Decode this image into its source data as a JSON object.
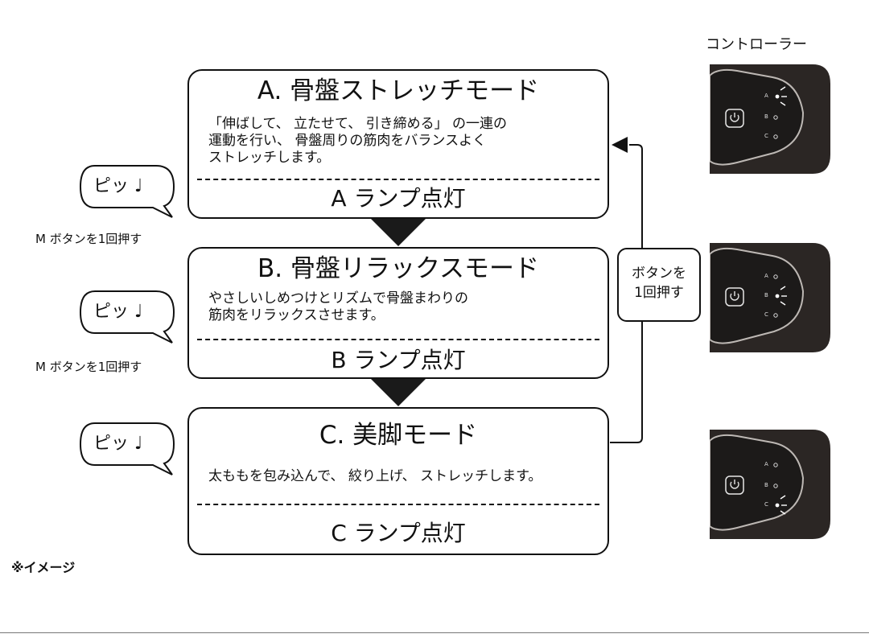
{
  "controller_title": "コントローラー",
  "modes": [
    {
      "title": "A. 骨盤ストレッチモード",
      "desc_lines": [
        "「伸ばして、 立たせて、 引き締める」 の一連の",
        "運動を行い、 骨盤周りの筋肉をバランスよく",
        "ストレッチします。"
      ],
      "lamp": "A ランプ点灯"
    },
    {
      "title": "B. 骨盤リラックスモード",
      "desc_lines": [
        "やさしいしめつけとリズムで骨盤まわりの",
        "筋肉をリラックスさせます。"
      ],
      "lamp": "B ランプ点灯"
    },
    {
      "title": "C. 美脚モード",
      "desc_lines": [
        "太ももを包み込んで、 絞り上げ、 ストレッチします。"
      ],
      "lamp": "C ランプ点灯"
    }
  ],
  "beep_text": "ピッ ♩",
  "m_button_label": "M ボタンを1回押す",
  "press_once": [
    "ボタンを",
    "1回押す"
  ],
  "controller_letters": [
    "A",
    "B",
    "C"
  ],
  "controller_lit": [
    "A",
    "B",
    "C"
  ],
  "note": "※イメージ",
  "colors": {
    "controller_body": "#2b2624",
    "controller_surface": "#1c1a19",
    "ink": "#111111"
  }
}
